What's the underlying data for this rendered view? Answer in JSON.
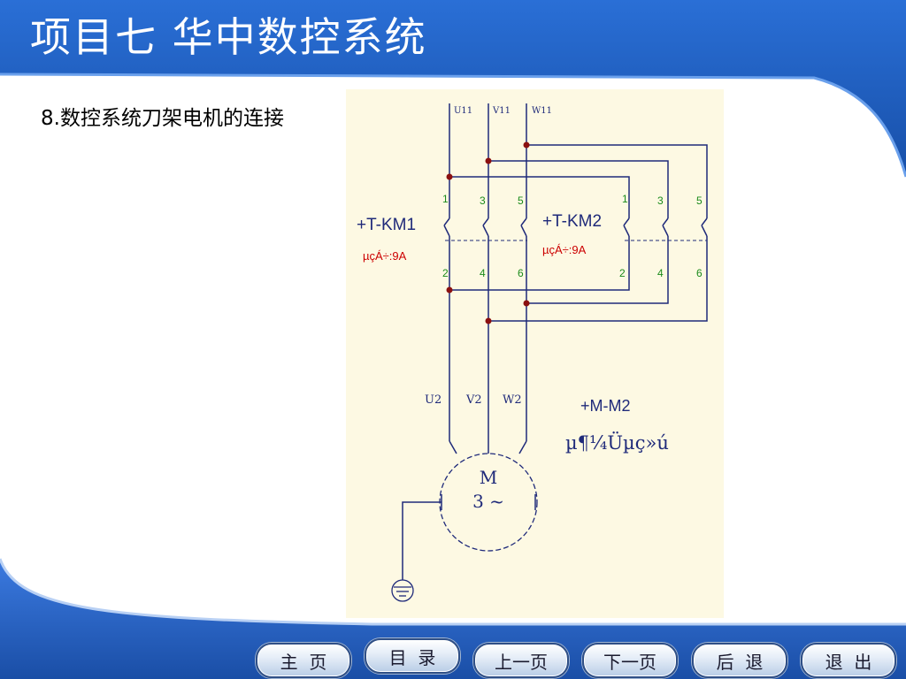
{
  "title": "项目七  华中数控系统",
  "subtitle": "8.数控系统刀架电机的连接",
  "diagram": {
    "top_labels": [
      "U11",
      "V11",
      "W11"
    ],
    "contacts_top_km1": [
      "1",
      "3",
      "5"
    ],
    "contacts_bottom_km1": [
      "2",
      "4",
      "6"
    ],
    "contacts_top_km2": [
      "1",
      "3",
      "5"
    ],
    "contacts_bottom_km2": [
      "2",
      "4",
      "6"
    ],
    "km1_label": "+T-KM1",
    "km1_current": "µçÁ÷:9A",
    "km2_label": "+T-KM2",
    "km2_current": "µçÁ÷:9A",
    "motor_terminals": [
      "U2",
      "V2",
      "W2"
    ],
    "motor_tag": "+M-M2",
    "motor_name": "µ¶¼Üµç»ú",
    "motor_symbol_line1": "M",
    "motor_symbol_line2": "3 ~"
  },
  "nav": {
    "home": "主  页",
    "toc": "目  录",
    "prev": "上一页",
    "next": "下一页",
    "back": "后  退",
    "exit": "退  出"
  },
  "colors": {
    "header_blue": "#1d5bbf",
    "diagram_bg": "#fdf9e3",
    "wire": "#1f2a7a",
    "dot": "#8b1010",
    "contact_number": "#1a8a1a",
    "current_text": "#cc0000"
  }
}
